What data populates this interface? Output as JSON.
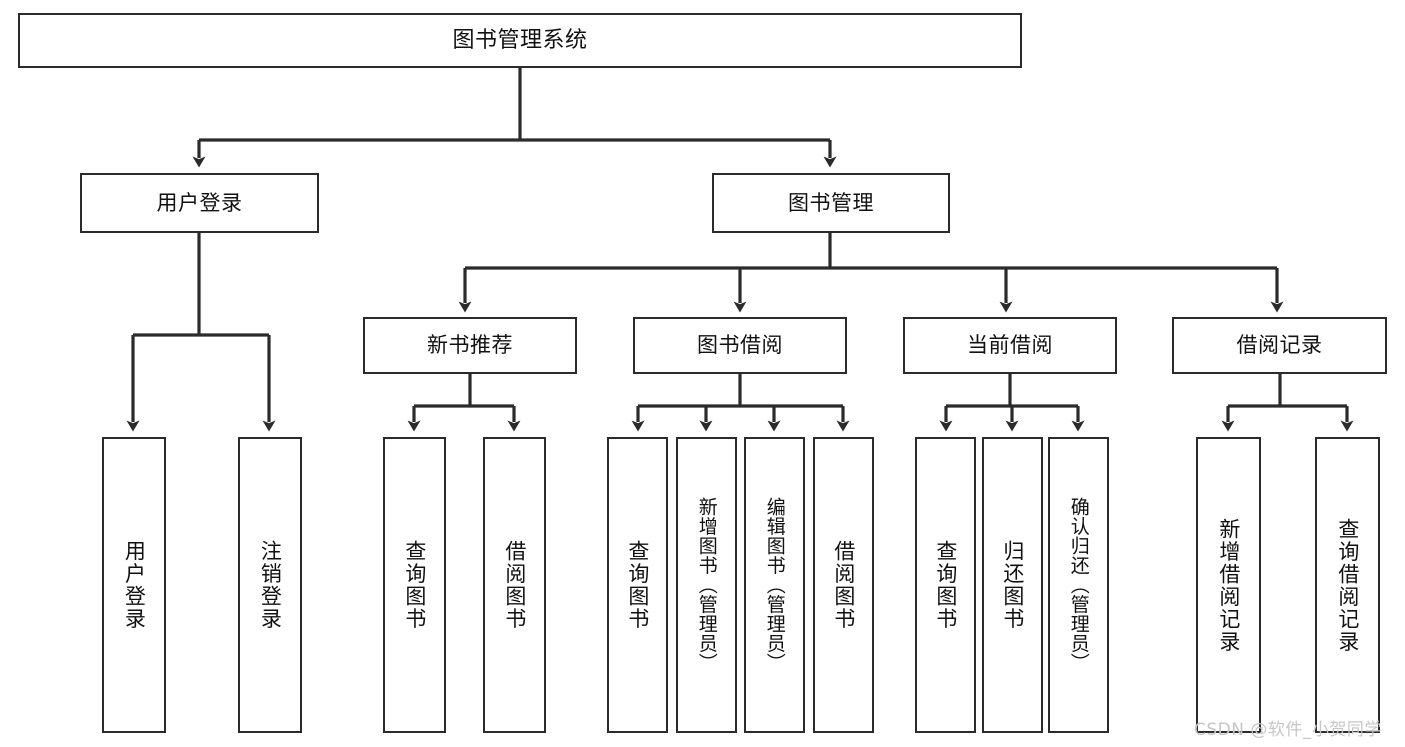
{
  "diagram": {
    "title": "图书管理系统",
    "type": "tree-hierarchy-chart",
    "watermark": "CSDN @软件_小贺同学",
    "colors": {
      "stroke": "#2b2b2b",
      "fill": "#ffffff",
      "text": "#111111",
      "watermark": "#c6c6c6"
    },
    "nodes": {
      "root": {
        "label": "图书管理系统"
      },
      "level1": [
        {
          "label": "用户登录"
        },
        {
          "label": "图书管理"
        }
      ],
      "level2": [
        {
          "label": "新书推荐"
        },
        {
          "label": "图书借阅"
        },
        {
          "label": "当前借阅"
        },
        {
          "label": "借阅记录"
        }
      ],
      "leaves": {
        "user_login": [
          {
            "label": "用户登录"
          },
          {
            "label": "注销登录"
          }
        ],
        "new_book": [
          {
            "label": "查询图书"
          },
          {
            "label": "借阅图书"
          }
        ],
        "book_borrow": [
          {
            "label": "查询图书"
          },
          {
            "label": "新增图书（管理员）"
          },
          {
            "label": "编辑图书（管理员）"
          },
          {
            "label": "借阅图书"
          }
        ],
        "current_borrow": [
          {
            "label": "查询图书"
          },
          {
            "label": "归还图书"
          },
          {
            "label": "确认归还（管理员）"
          }
        ],
        "borrow_record": [
          {
            "label": "新增借阅记录"
          },
          {
            "label": "查询借阅记录"
          }
        ]
      }
    }
  }
}
